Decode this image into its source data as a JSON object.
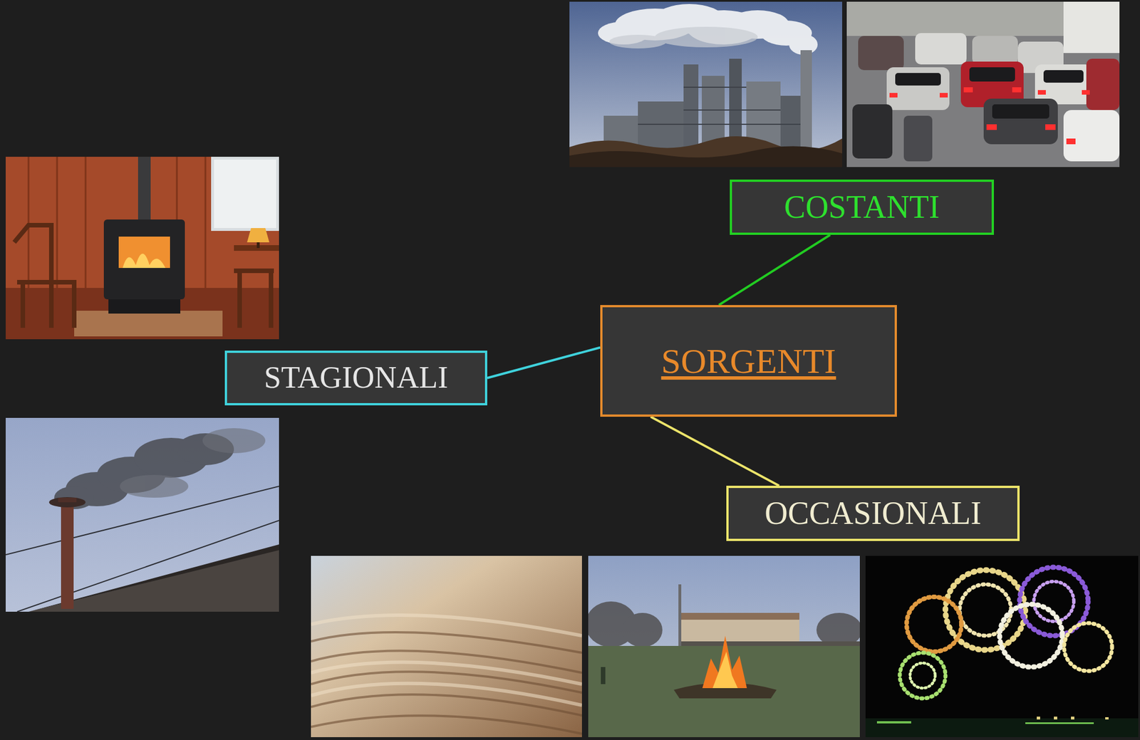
{
  "diagram": {
    "nodes": [
      {
        "text": [
          "SORGENTI"
        ]
      },
      {
        "text": [
          "COSTANTI"
        ]
      },
      {
        "text": [
          "STAGIONALI"
        ]
      },
      {
        "text": [
          "OCCASIONALI"
        ]
      }
    ],
    "edges": [
      {
        "from": 0,
        "to": 1,
        "arrow": "none"
      },
      {
        "from": 0,
        "to": 2,
        "arrow": "none"
      },
      {
        "from": 0,
        "to": 3,
        "arrow": "none"
      }
    ]
  }
}
